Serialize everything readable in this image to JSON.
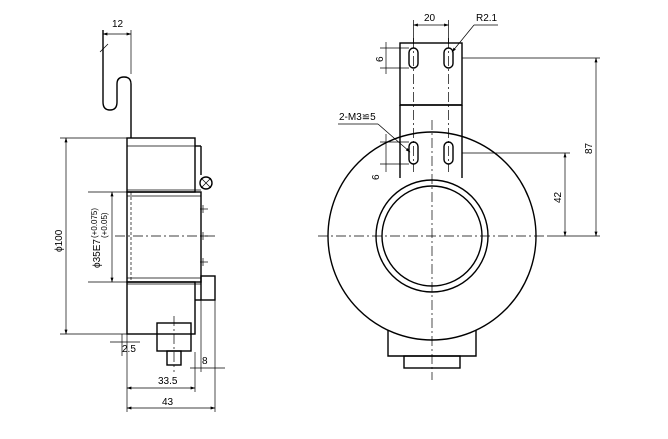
{
  "dimensions": {
    "top_width": "12",
    "outer_diameter": "ϕ100",
    "bore_diameter": "ϕ35E7",
    "bore_tol_upper": "(+0.075)",
    "bore_tol_lower": "(+0.05)",
    "flange": "2.5",
    "offset_right": "8",
    "depth_mid": "33.5",
    "depth_total": "43",
    "slot_spacing": "20",
    "slot_radius": "R2.1",
    "slot_width_top": "6",
    "slot_width_mid": "6",
    "hole_label": "2-M3≌5",
    "height_total": "87",
    "height_center": "42"
  }
}
